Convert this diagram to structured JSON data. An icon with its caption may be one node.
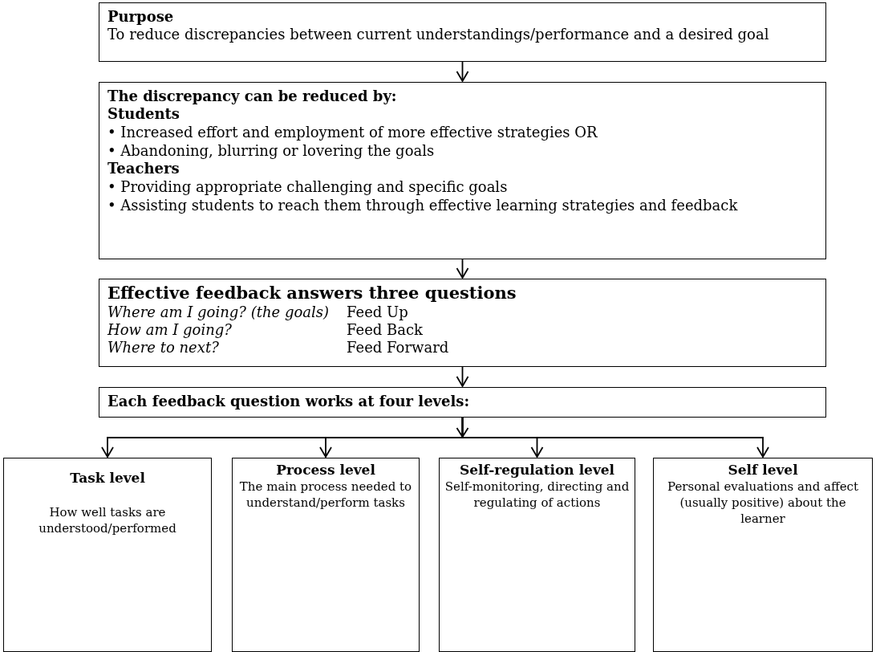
{
  "diagram": {
    "nodes": [
      {
        "text": [
          "Purpose",
          "To reduce discrepancies between current understandings/performance and a desired goal"
        ]
      },
      {
        "text": [
          "The discrepancy can be reduced by:",
          "Students",
          "• Increased effort and employment of more effective strategies OR",
          "• Abandoning, blurring or lovering the goals",
          "Teachers",
          "• Providing appropriate challenging and specific goals",
          "• Assisting students to reach them through effective learning strategies and feedback"
        ]
      },
      {
        "text": [
          "Effective feedback answers three questions",
          "Where am I going? (the goals)",
          "Feed Up",
          "How am I going?",
          "Feed Back",
          "Where to next?",
          "Feed Forward"
        ]
      },
      {
        "text": [
          "Each feedback question works at four levels:"
        ]
      },
      {
        "text": [
          "Task level",
          "How well tasks are understood/performed"
        ]
      },
      {
        "text": [
          "Process level",
          "The main process needed to understand/perform tasks"
        ]
      },
      {
        "text": [
          "Self-regulation level",
          "Self-monitoring, directing and regulating of actions"
        ]
      },
      {
        "text": [
          "Self level",
          "Personal evaluations and affect (usually positive) about the learner"
        ]
      }
    ],
    "edges": [
      {
        "from": 0,
        "to": 1,
        "arrow": "to"
      },
      {
        "from": 1,
        "to": 2,
        "arrow": "to"
      },
      {
        "from": 2,
        "to": 3,
        "arrow": "to"
      },
      {
        "from": 3,
        "to": 4,
        "arrow": "to"
      },
      {
        "from": 3,
        "to": 5,
        "arrow": "to"
      },
      {
        "from": 3,
        "to": 6,
        "arrow": "to"
      },
      {
        "from": 3,
        "to": 7,
        "arrow": "to"
      }
    ]
  }
}
